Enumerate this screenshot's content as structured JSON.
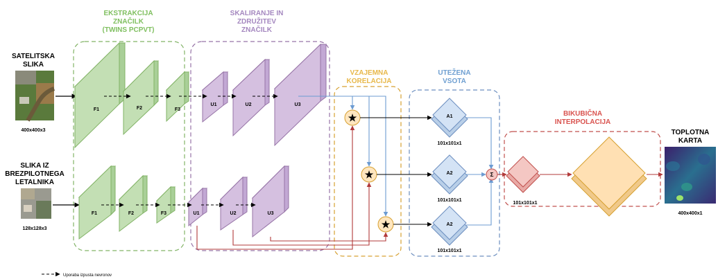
{
  "sections": {
    "extraction": {
      "line1": "EKSTRAKCIJA",
      "line2": "ZNAČILK",
      "line3": "(TWINS PCPVT)",
      "color": "#7fbf5f"
    },
    "scaling": {
      "line1": "SKALIRANJE IN",
      "line2": "ZDRUŽITEV",
      "line3": "ZNAČILK",
      "color": "#a487bf"
    },
    "correlation": {
      "line1": "VZAJEMNA",
      "line2": "KORELACIJA",
      "color": "#e8b84a"
    },
    "weighted_sum": {
      "line1": "UTEŽENA",
      "line2": "VSOTA",
      "color": "#6e9fd1"
    },
    "interpolation": {
      "line1": "BIKUBIČNA",
      "line2": "INTERPOLACIJA",
      "color": "#d9534f"
    }
  },
  "inputs": {
    "satellite": {
      "line1": "SATELITSKA",
      "line2": "SLIKA",
      "size": "400x400x3"
    },
    "drone": {
      "line1": "SLIKA IZ",
      "line2": "BREZPILOTNEGA",
      "line3": "LETALNIKA",
      "size": "128x128x3"
    }
  },
  "output": {
    "line1": "TOPLOTNA",
    "line2": "KARTA",
    "size": "400x400x1"
  },
  "blocks": {
    "top_f": [
      "F1",
      "F2",
      "F3"
    ],
    "top_u": [
      "U1",
      "U2",
      "U3"
    ],
    "bottom_f": [
      "F1",
      "F2",
      "F3"
    ],
    "bottom_u": [
      "U1",
      "U2",
      "U3"
    ]
  },
  "attention": [
    {
      "label": "A1",
      "size": "101x101x1"
    },
    {
      "label": "A2",
      "size": "101x101x1"
    },
    {
      "label": "A2",
      "size": "101x101x1"
    }
  ],
  "star_symbol": "★",
  "sum_symbol": "Σ",
  "interp_size": "101x101x1",
  "legend": {
    "dropout": "Uporaba izpusta nevronov"
  },
  "colors": {
    "green_fill": "#c3dfb4",
    "green_stroke": "#82b366",
    "purple_fill": "#d5c0e0",
    "purple_stroke": "#9673a6",
    "blue_fill": "#d4e3f5",
    "blue_stroke": "#6c8ebf",
    "red_fill": "#f4c7c3",
    "red_stroke": "#c0504d",
    "orange_fill": "#ffe0b3",
    "orange_stroke": "#d6a030",
    "star_fill": "#ffe6bf",
    "red_line": "#b23a3a",
    "blue_line": "#6c9bd2"
  }
}
